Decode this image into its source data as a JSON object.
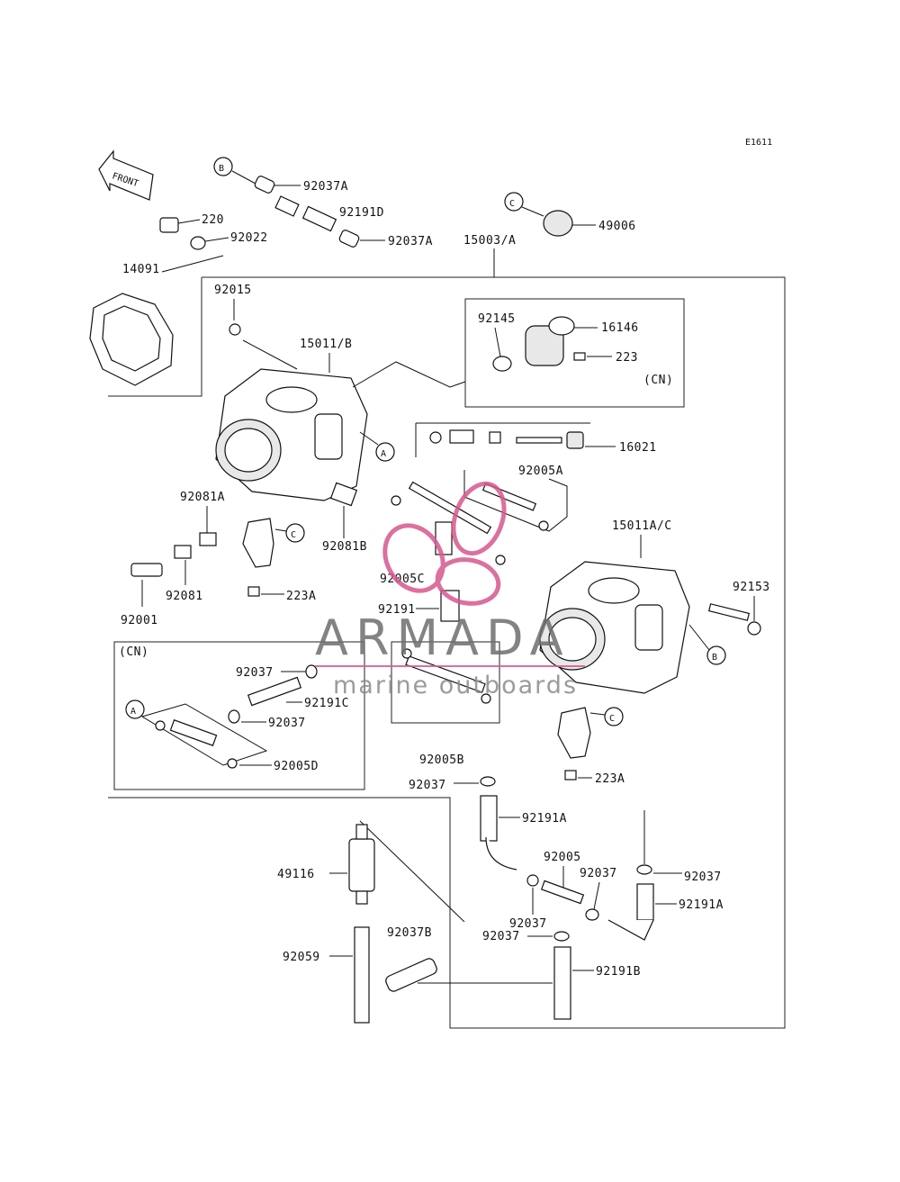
{
  "diagram_code": "E1611",
  "front_label": "FRONT",
  "callouts": {
    "a": "A",
    "b": "B",
    "c": "C"
  },
  "parts": {
    "p92037A": "92037A",
    "p92191D": "92191D",
    "p220": "220",
    "p92022": "92022",
    "p14091": "14091",
    "p15003A": "15003/A",
    "p49006": "49006",
    "p92015": "92015",
    "p15011B": "15011/B",
    "p92145": "92145",
    "p16146": "16146",
    "p223": "223",
    "cn": "(CN)",
    "p16021": "16021",
    "p92005A": "92005A",
    "p15011AC": "15011A/C",
    "p92081A": "92081A",
    "p92081B": "92081B",
    "p92005C": "92005C",
    "p92081": "92081",
    "p223A": "223A",
    "p92001": "92001",
    "p92153": "92153",
    "p92191": "92191",
    "p92037": "92037",
    "p92191C": "92191C",
    "p92005D": "92005D",
    "p92005B": "92005B",
    "p92191A": "92191A",
    "p92005": "92005",
    "p49116": "49116",
    "p92037B": "92037B",
    "p92059": "92059",
    "p92191B": "92191B"
  },
  "watermark": {
    "title": "ARMADA",
    "subtitle": "marine outboards",
    "accent_color": "#d6588f"
  }
}
